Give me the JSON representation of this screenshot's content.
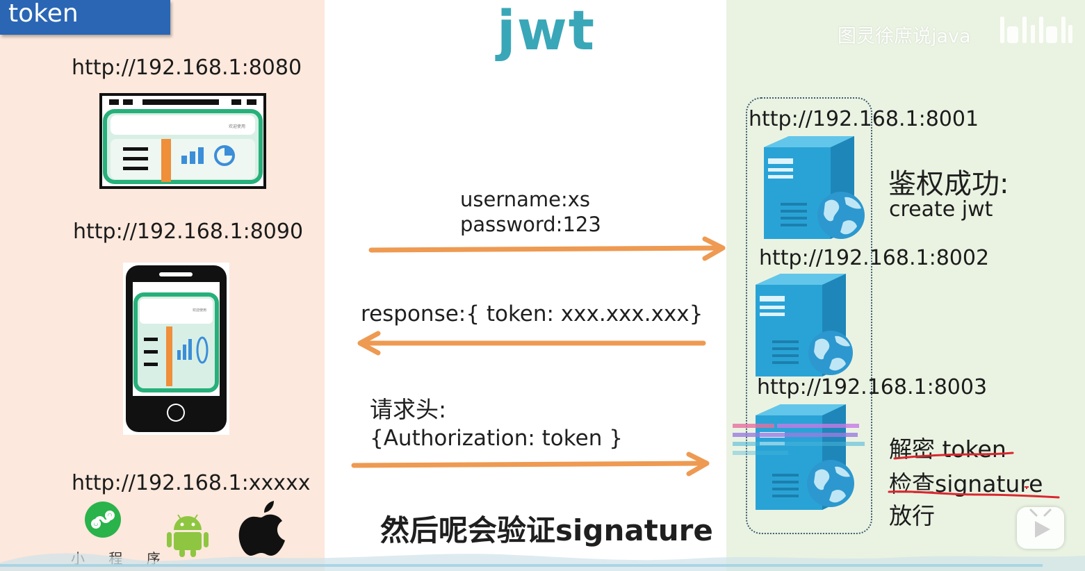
{
  "slide": {
    "tab_title": "token",
    "heading": "jwt",
    "watermark": "图灵徐庶说java"
  },
  "clients": {
    "url_web": "http://192.168.1:8080",
    "url_mobile": "http://192.168.1:8090",
    "url_other": "http://192.168.1:xxxxx",
    "miniprogram_label": "小 程 序"
  },
  "flow": {
    "request_username": "username:xs",
    "request_password": "password:123",
    "response": "response:{ token: xxx.xxx.xxx}",
    "header_label": "请求头:",
    "header_value": "{Authorization: token }",
    "caption": "然后呢会验证signature"
  },
  "servers": {
    "url_1": "http://192.168.1:8001",
    "auth_success": "鉴权成功:",
    "create_jwt": "create jwt",
    "url_2": "http://192.168.1:8002",
    "url_3": "http://192.168.1:8003",
    "step_decrypt": "解密 token",
    "step_check": "检查signature",
    "step_pass": "放行"
  },
  "colors": {
    "arrow": "#ee9a52",
    "left_bg": "#fce8dc",
    "right_bg": "#eaf3e2",
    "tab_bg": "#2a66b4",
    "underline": "#d9262e"
  },
  "icons": [
    "browser-dashboard-icon",
    "phone-dashboard-icon",
    "miniprogram-icon",
    "android-icon",
    "apple-icon",
    "server-icon",
    "globe-icon",
    "play-icon"
  ]
}
